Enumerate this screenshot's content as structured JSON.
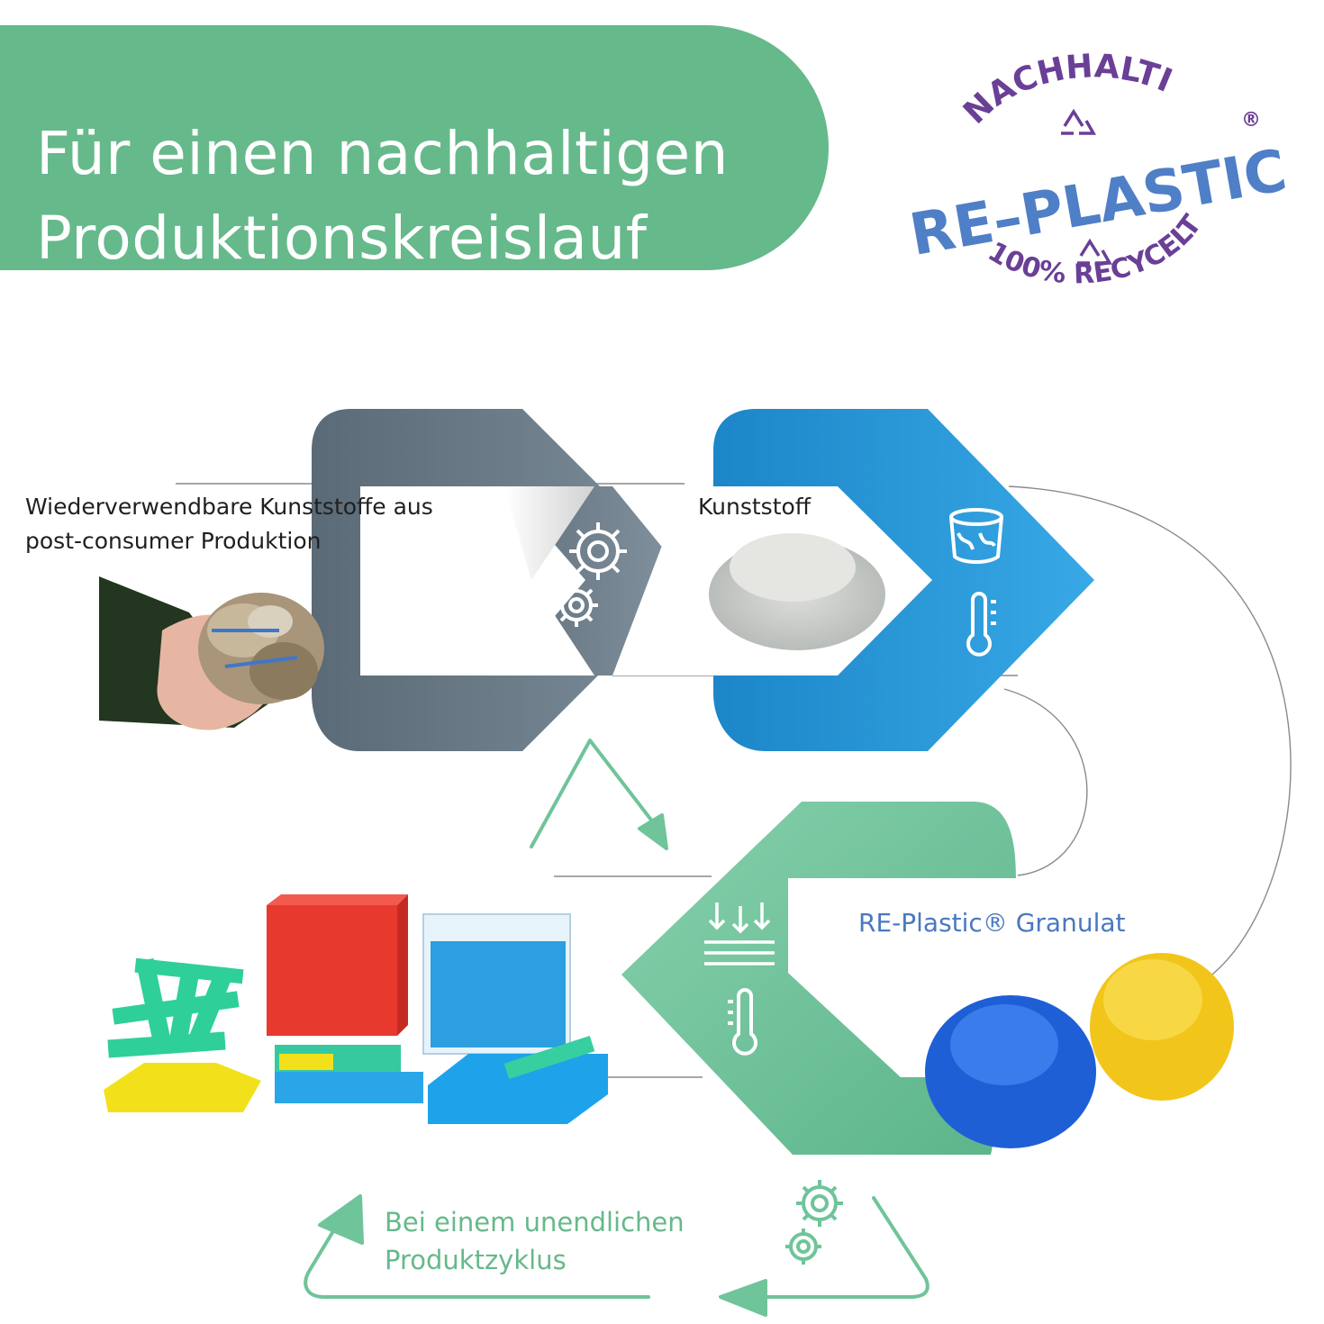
{
  "header": {
    "title_line1": "Für einen nachhaltigen",
    "title_line2": "Produktionskreislauf",
    "background_color": "#66b98a"
  },
  "badge": {
    "top_arc": "NACHHALTIG",
    "brand": "RE–PLASTIC",
    "registered": "®",
    "bottom_arc": "100% RECYCELT",
    "brand_color": "#4f7fc6",
    "arc_color": "#6a3f96"
  },
  "steps": [
    {
      "line1": "Wiederverwendbare Kunststoffe aus",
      "line2": "post-consumer Produktion",
      "band_color": "#6e808d",
      "icons": [
        "gear-icon",
        "gear-icon"
      ]
    },
    {
      "line1": "Kunststoff",
      "band_color": "#2b9ad9",
      "icons": [
        "paint-bucket-icon",
        "thermometer-icon"
      ]
    },
    {
      "line1": "RE-Plastic® Granulat",
      "band_color": "#6fc19a",
      "icons": [
        "pressure-icon",
        "thermometer-icon"
      ]
    }
  ],
  "cycle": {
    "line1": "Bei einem unendlichen",
    "line2": "Produktzyklus",
    "arrow_color": "#6fc49a"
  },
  "accent_colors": {
    "gray": "#6e808d",
    "blue": "#2b9ad9",
    "green": "#6fc19a"
  }
}
